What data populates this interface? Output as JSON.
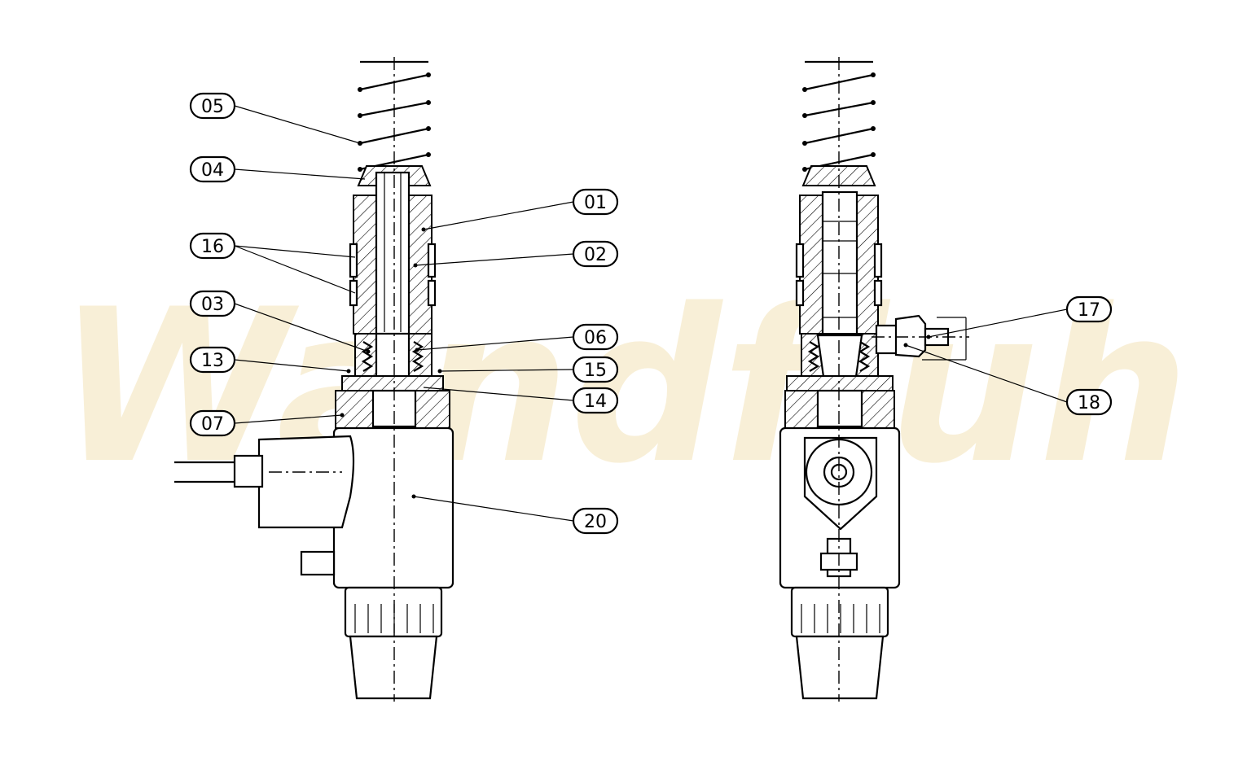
{
  "watermark": {
    "text": "Wandfluh",
    "color": "#f3e3b8"
  },
  "callouts": [
    {
      "id": "05",
      "text": "05"
    },
    {
      "id": "04",
      "text": "04"
    },
    {
      "id": "01",
      "text": "01"
    },
    {
      "id": "02",
      "text": "02"
    },
    {
      "id": "16",
      "text": "16"
    },
    {
      "id": "03",
      "text": "03"
    },
    {
      "id": "06",
      "text": "06"
    },
    {
      "id": "13",
      "text": "13"
    },
    {
      "id": "15",
      "text": "15"
    },
    {
      "id": "14",
      "text": "14"
    },
    {
      "id": "07",
      "text": "07"
    },
    {
      "id": "20",
      "text": "20"
    },
    {
      "id": "17",
      "text": "17"
    },
    {
      "id": "18",
      "text": "18"
    }
  ]
}
